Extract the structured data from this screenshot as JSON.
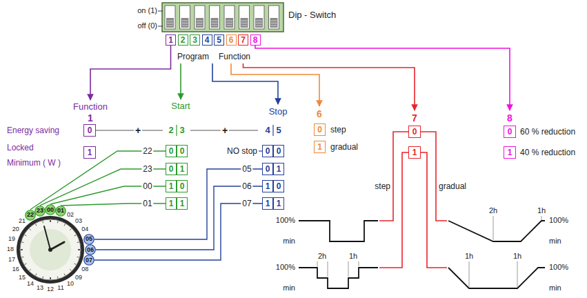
{
  "diagram": {
    "nodes": [
      {
        "text": [
          "1"
        ]
      },
      {
        "text": [
          "2"
        ]
      },
      {
        "text": [
          "3"
        ]
      },
      {
        "text": [
          "4"
        ]
      },
      {
        "text": [
          "5"
        ]
      },
      {
        "text": [
          "6"
        ]
      },
      {
        "text": [
          "7"
        ]
      },
      {
        "text": [
          "8"
        ]
      },
      {
        "text": [
          "0"
        ]
      },
      {
        "text": [
          "1"
        ]
      },
      {
        "text": [
          "0"
        ]
      },
      {
        "text": [
          "0"
        ]
      },
      {
        "text": [
          "0"
        ]
      },
      {
        "text": [
          "1"
        ]
      },
      {
        "text": [
          "1"
        ]
      },
      {
        "text": [
          "0"
        ]
      },
      {
        "text": [
          "1"
        ]
      },
      {
        "text": [
          "1"
        ]
      },
      {
        "text": [
          "0"
        ]
      },
      {
        "text": [
          "0"
        ]
      },
      {
        "text": [
          "0"
        ]
      },
      {
        "text": [
          "1"
        ]
      },
      {
        "text": [
          "1"
        ]
      },
      {
        "text": [
          "0"
        ]
      },
      {
        "text": [
          "1"
        ]
      },
      {
        "text": [
          "1"
        ]
      },
      {
        "text": [
          "0"
        ]
      },
      {
        "text": [
          "1"
        ]
      },
      {
        "text": [
          "0"
        ]
      },
      {
        "text": [
          "1"
        ]
      },
      {
        "text": [
          "0"
        ]
      },
      {
        "text": [
          "1"
        ]
      },
      {
        "text": [
          "22"
        ]
      },
      {
        "text": [
          "23"
        ]
      },
      {
        "text": [
          "00"
        ]
      },
      {
        "text": [
          "01"
        ]
      },
      {
        "text": [
          "05"
        ]
      },
      {
        "text": [
          "06"
        ]
      },
      {
        "text": [
          "07"
        ]
      }
    ],
    "edges": [
      {
        "from": 32,
        "to": 10,
        "arrow": "none"
      },
      {
        "from": 33,
        "to": 12,
        "arrow": "none"
      },
      {
        "from": 34,
        "to": 14,
        "arrow": "none"
      },
      {
        "from": 35,
        "to": 16,
        "arrow": "none"
      },
      {
        "from": 36,
        "to": 20,
        "arrow": "none"
      },
      {
        "from": 37,
        "to": 22,
        "arrow": "none"
      },
      {
        "from": 38,
        "to": 24,
        "arrow": "none"
      }
    ],
    "labels": [
      "on (1)",
      "off (0)",
      "Dip - Switch",
      "Program",
      "Function",
      "Function",
      "1",
      "Energy saving",
      "Locked",
      "Minimum ( W )",
      "+",
      "Start",
      "2",
      "3",
      "+",
      "Stop",
      "4",
      "5",
      "22",
      "23",
      "00",
      "01",
      "NO stop",
      "05",
      "06",
      "07",
      "6",
      "step",
      "gradual",
      "7",
      "step",
      "gradual",
      "8",
      "60 % reduction",
      "40 % reduction",
      "100%",
      "min",
      "2h",
      "1h",
      "100%",
      "min",
      "100%",
      "2h",
      "1h",
      "min",
      "1h",
      "1h",
      "100%",
      "min",
      "02",
      "03",
      "04",
      "08",
      "09",
      "10",
      "11",
      "12",
      "13",
      "14",
      "15",
      "16",
      "17",
      "18",
      "19",
      "20",
      "21"
    ]
  }
}
